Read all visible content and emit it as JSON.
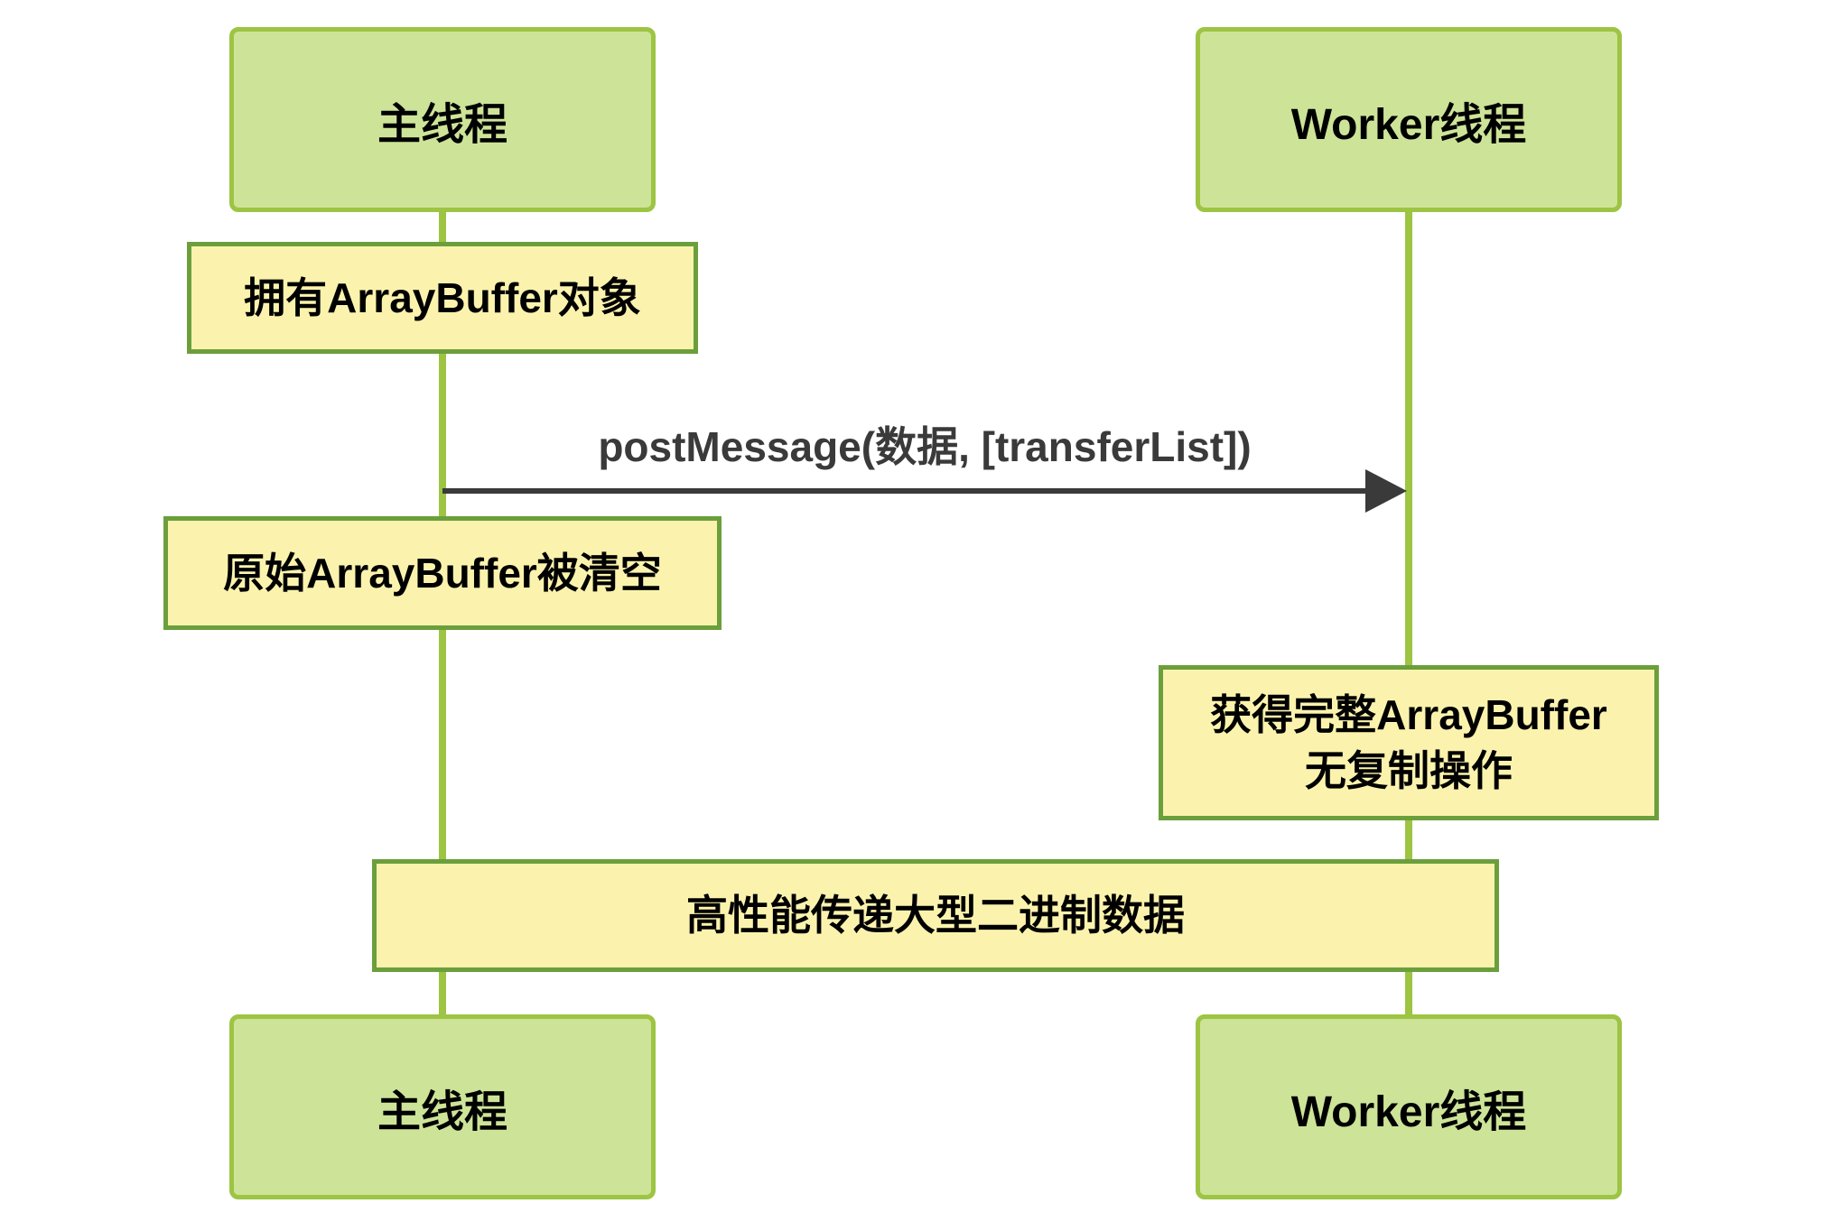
{
  "colors": {
    "background": "#ffffff",
    "actor_fill": "#cde498",
    "actor_border": "#9dc443",
    "lifeline": "#9dc443",
    "note_fill": "#fbf3ad",
    "note_border": "#6b9f3c",
    "message": "#3a3a3a",
    "text": "#000000"
  },
  "actors": {
    "main_thread_top": "主线程",
    "worker_thread_top": "Worker线程",
    "main_thread_bottom": "主线程",
    "worker_thread_bottom": "Worker线程"
  },
  "message": {
    "label": "postMessage(数据, [transferList])"
  },
  "notes": {
    "main_owns_buffer": "拥有ArrayBuffer对象",
    "original_cleared": "原始ArrayBuffer被清空",
    "worker_receives_line1": "获得完整ArrayBuffer",
    "worker_receives_line2": "无复制操作",
    "summary": "高性能传递大型二进制数据"
  }
}
